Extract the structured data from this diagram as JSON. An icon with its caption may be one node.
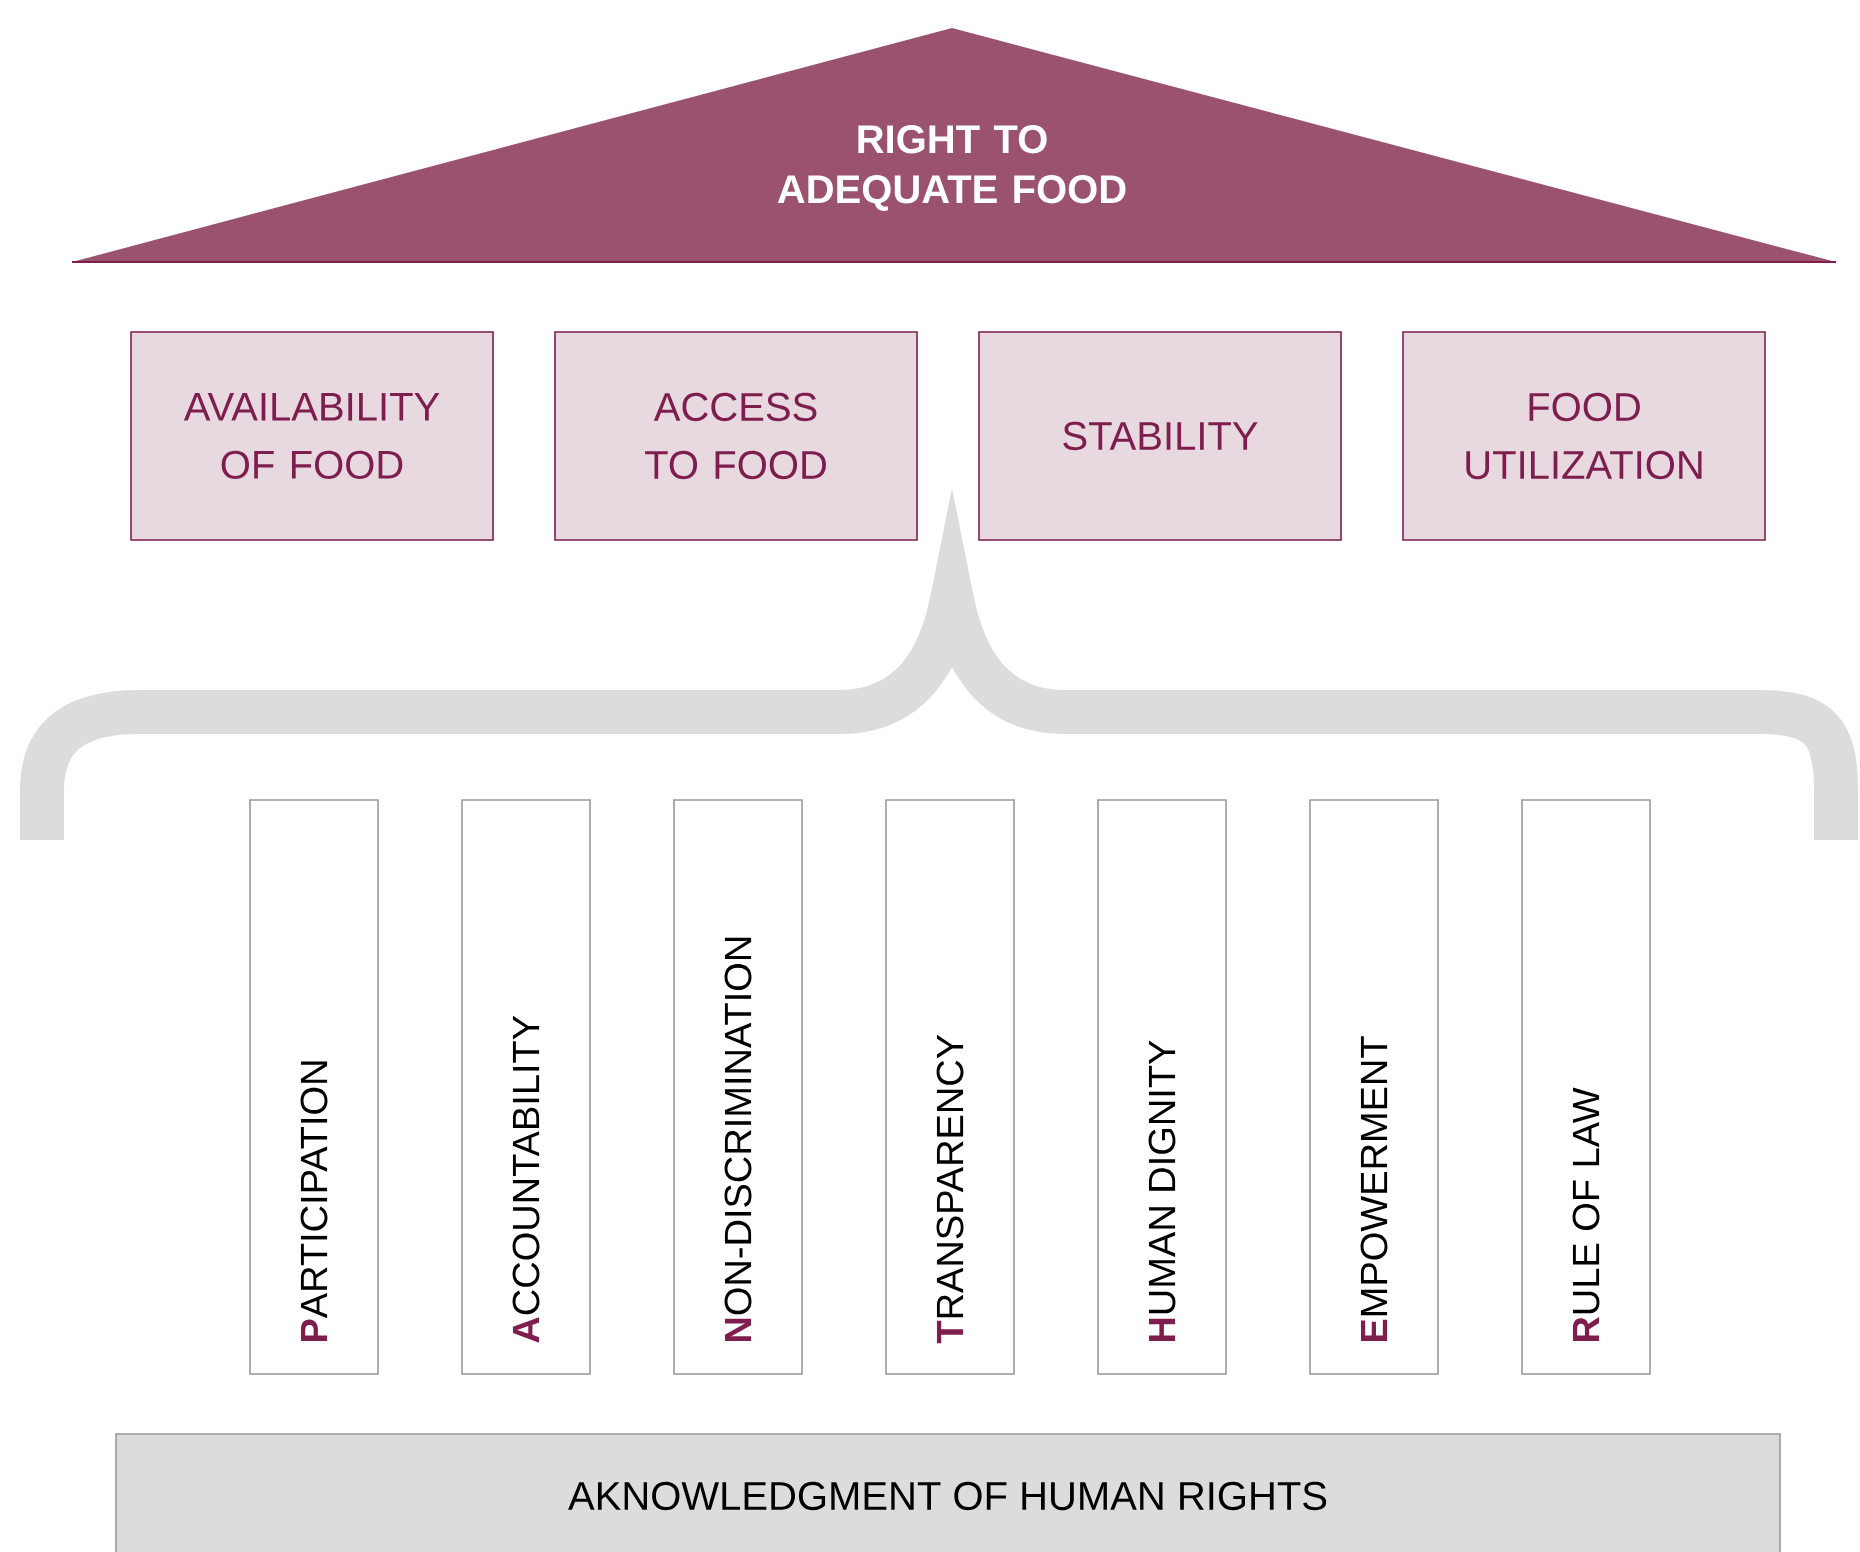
{
  "diagram": {
    "nodes": [
      {
        "text": [
          "RIGHT TO ADEQUATE FOOD"
        ]
      },
      {
        "text": [
          "AVAILABILITY OF FOOD"
        ]
      },
      {
        "text": [
          "ACCESS TO FOOD"
        ]
      },
      {
        "text": [
          "STABILITY"
        ]
      },
      {
        "text": [
          "FOOD UTILIZATION"
        ]
      },
      {
        "text": [
          "**P**ARTICIPATION"
        ]
      },
      {
        "text": [
          "**A**CCOUNTABILITY"
        ]
      },
      {
        "text": [
          "**N**ON-DISCRIMINATION"
        ]
      },
      {
        "text": [
          "**T**RANSPARENCY"
        ]
      },
      {
        "text": [
          "**H**UMAN DIGNITY"
        ]
      },
      {
        "text": [
          "**E**MPOWERMENT"
        ]
      },
      {
        "text": [
          "**R**ULE OF LAW"
        ]
      },
      {
        "text": [
          "AKNOWLEDGMENT OF HUMAN RIGHTS"
        ]
      }
    ],
    "edges": []
  }
}
